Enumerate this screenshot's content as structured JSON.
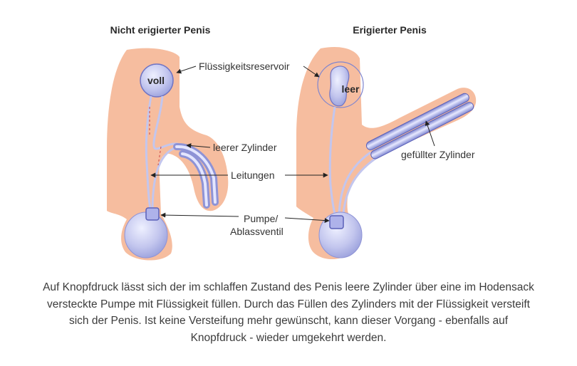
{
  "titles": {
    "left": "Nicht erigierter Penis",
    "right": "Erigierter Penis"
  },
  "labels": {
    "reservoir": "Flüssigkeitsreservoir",
    "full": "voll",
    "empty": "leer",
    "empty_cylinder": "leerer Zylinder",
    "filled_cylinder": "gefüllter Zylinder",
    "tubing": "Leitungen",
    "pump_line1": "Pumpe/",
    "pump_line2": "Ablassventil"
  },
  "caption": "Auf Knopfdruck lässt sich der im schlaffen Zustand des Penis leere Zylinder über eine im Hodensack versteckte Pumpe mit Flüssigkeit füllen. Durch das Füllen des Zylinders mit der Flüssigkeit versteift sich der Penis. Ist keine Versteifung mehr gewünscht, kann dieser Vorgang - ebenfalls auf Knopfdruck - wieder umgekehrt werden.",
  "colors": {
    "skin": "#f6bd9f",
    "device": "#c3c6ee",
    "device_dark": "#8e93d6",
    "outline": "#6f74c4"
  }
}
